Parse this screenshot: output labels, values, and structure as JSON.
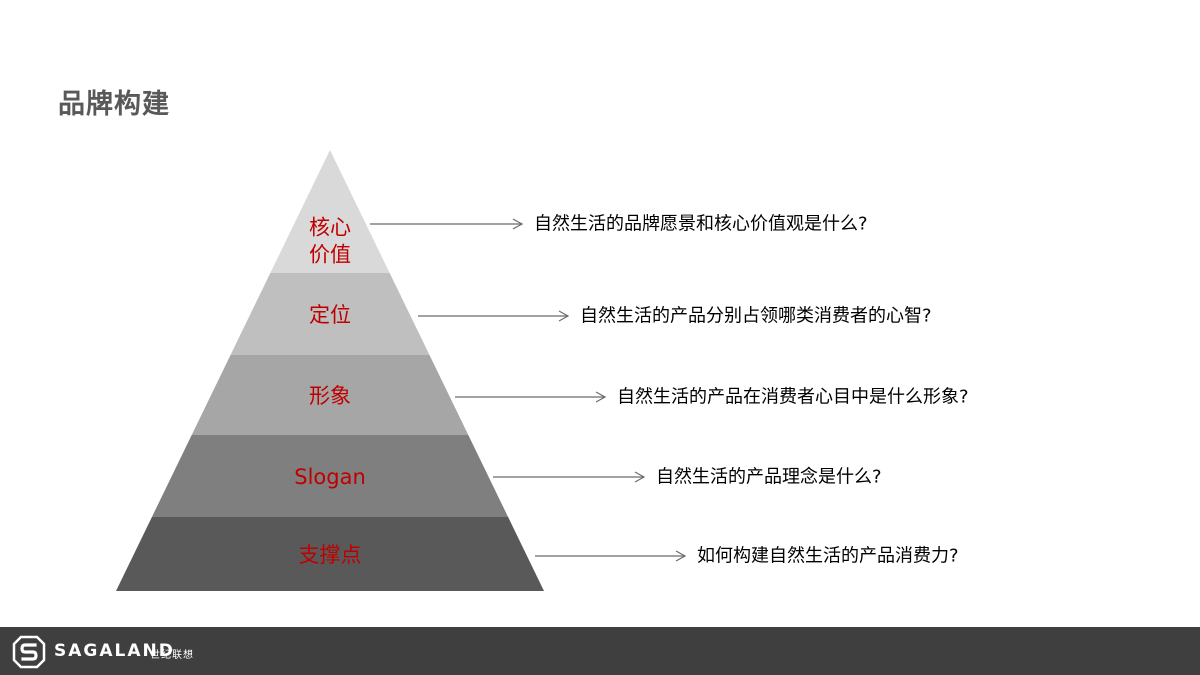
{
  "page": {
    "title": "品牌构建"
  },
  "pyramid": {
    "levels": [
      {
        "label_lines": [
          "核心",
          "价值"
        ],
        "question": "自然生活的品牌愿景和核心价值观是什么?",
        "color": "#d9d9d9"
      },
      {
        "label_lines": [
          "定位"
        ],
        "question": "自然生活的产品分别占领哪类消费者的心智?",
        "color": "#bfbfbf"
      },
      {
        "label_lines": [
          "形象"
        ],
        "question": "自然生活的产品在消费者心目中是什么形象?",
        "color": "#a6a6a6"
      },
      {
        "label_lines": [
          "Slogan"
        ],
        "question": "自然生活的产品理念是什么?",
        "color": "#7f7f7f"
      },
      {
        "label_lines": [
          "支撑点"
        ],
        "question": "如何构建自然生活的产品消费力?",
        "color": "#595959"
      }
    ],
    "label_color": "#c00000"
  },
  "footer": {
    "brand_name": "SAGALAND",
    "brand_cn": "世纪联想",
    "logo_icon": "s-badge-icon",
    "background": "#3f3f3f"
  }
}
